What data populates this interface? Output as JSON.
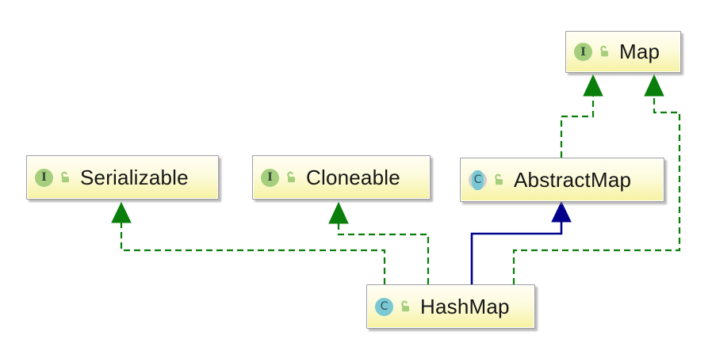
{
  "diagram": {
    "type": "uml-class-diagram",
    "nodes": [
      {
        "id": "map",
        "label": "Map",
        "kind": "interface",
        "icon_letter": "I",
        "visibility_icon": "unlocked-padlock"
      },
      {
        "id": "serializable",
        "label": "Serializable",
        "kind": "interface",
        "icon_letter": "I",
        "visibility_icon": "unlocked-padlock"
      },
      {
        "id": "cloneable",
        "label": "Cloneable",
        "kind": "interface",
        "icon_letter": "I",
        "visibility_icon": "unlocked-padlock"
      },
      {
        "id": "abstractmap",
        "label": "AbstractMap",
        "kind": "abstract-class",
        "icon_letter": "C",
        "visibility_icon": "unlocked-padlock"
      },
      {
        "id": "hashmap",
        "label": "HashMap",
        "kind": "class",
        "icon_letter": "C",
        "visibility_icon": "unlocked-padlock"
      }
    ],
    "edges": [
      {
        "from": "HashMap",
        "to": "Serializable",
        "relation": "implements",
        "line": "dashed-green",
        "arrow": "filled-triangle"
      },
      {
        "from": "HashMap",
        "to": "Cloneable",
        "relation": "implements",
        "line": "dashed-green",
        "arrow": "filled-triangle"
      },
      {
        "from": "HashMap",
        "to": "AbstractMap",
        "relation": "extends",
        "line": "solid-navy",
        "arrow": "filled-triangle"
      },
      {
        "from": "HashMap",
        "to": "Map",
        "relation": "implements",
        "line": "dashed-green",
        "arrow": "filled-triangle"
      },
      {
        "from": "AbstractMap",
        "to": "Map",
        "relation": "implements",
        "line": "dashed-green",
        "arrow": "filled-triangle"
      }
    ],
    "colors": {
      "implements_edge": "#0a7e0a",
      "extends_edge": "#00008b",
      "node_fill_top": "#fffef4",
      "node_fill_bottom": "#f6f2a2",
      "node_border": "#9f9f9f",
      "interface_icon": "#a5cf7c",
      "class_icon": "#7ac8d4",
      "abstract_paren": "#cfcfcf",
      "lock_icon": "#a6cf7d",
      "label_text": "#161616",
      "background": "#ffffff"
    }
  }
}
